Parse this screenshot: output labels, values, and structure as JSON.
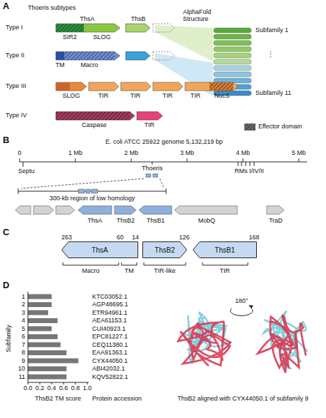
{
  "diagram": {
    "nodes": [
      {
        "text": [
          "ThsA"
        ]
      },
      {
        "text": [
          "ThsB2"
        ]
      },
      {
        "text": [
          "ThsB1"
        ]
      }
    ],
    "labels": [
      "A",
      "Thoeris subtypes",
      "ThsA",
      "ThsB",
      "AlphaFold Structure",
      "Subfamily 1",
      "⋮",
      "Subfamily 11",
      "Type I",
      "SIR2",
      "SLOG",
      "Type II",
      "TM",
      "Macro",
      "Type III",
      "SLOG",
      "TIR",
      "TIR",
      "TIR",
      "TIR",
      "NucS",
      "Type IV",
      "Caspase",
      "TIR",
      "B",
      "E. coli ATCC 25922 genome 5,132,219 bp",
      "0",
      "1 Mb",
      "2 Mb",
      "3 Mb",
      "4 Mb",
      "5 Mb",
      "Septu",
      "Thoeris",
      "RMs I/IV/II",
      "300-kb region of low homology",
      "ThsA",
      "ThsB2",
      "ThsB1",
      "MobQ",
      "TraD",
      "C",
      "263",
      "60",
      "14",
      "126",
      "168",
      "Macro",
      "TM",
      "TIR-like",
      "TIR",
      "D",
      "1",
      "2",
      "3",
      "4",
      "5",
      "6",
      "7",
      "8",
      "9",
      "10",
      "11",
      "0.0",
      "0.2",
      "0.4",
      "0.6",
      "0.8",
      "1.0",
      "ThsB2 TM score",
      "Protein accession",
      "KTC03052.1",
      "AGP48695.1",
      "ETR94961.1",
      "AEA61153.1",
      "CUI40923.1",
      "EPC81227.1",
      "CEQ11380.1",
      "EAA91363.1",
      "CYX44050.1",
      "ABI42032.1",
      "KQV52822.1",
      "180°",
      "Subfamily",
      "ThsB2 aligned with CYX44050.1 of subfamily 9"
    ],
    "legend": [
      {
        "text": "Effector domain"
      }
    ]
  }
}
